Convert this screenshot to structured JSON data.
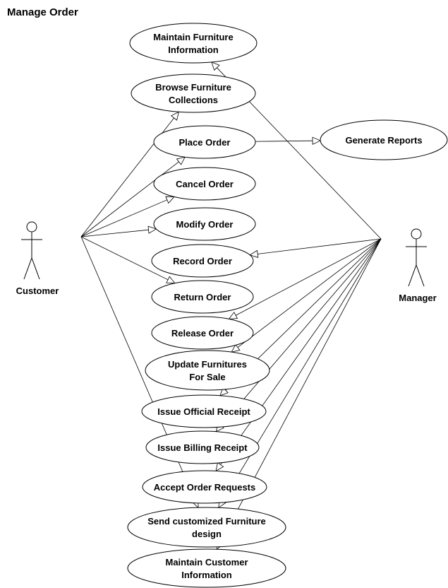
{
  "title": "Manage Order",
  "actors": [
    {
      "id": "customer",
      "name": "Customer"
    },
    {
      "id": "manager",
      "name": "Manager"
    }
  ],
  "use_cases": [
    {
      "id": "maintain-furniture-info",
      "lines": [
        "Maintain Furniture",
        "Information"
      ]
    },
    {
      "id": "browse-collections",
      "lines": [
        "Browse Furniture",
        "Collections"
      ]
    },
    {
      "id": "place-order",
      "lines": [
        "Place Order"
      ]
    },
    {
      "id": "generate-reports",
      "lines": [
        "Generate Reports"
      ]
    },
    {
      "id": "cancel-order",
      "lines": [
        "Cancel Order"
      ]
    },
    {
      "id": "modify-order",
      "lines": [
        "Modify Order"
      ]
    },
    {
      "id": "record-order",
      "lines": [
        "Record Order"
      ]
    },
    {
      "id": "return-order",
      "lines": [
        "Return Order"
      ]
    },
    {
      "id": "release-order",
      "lines": [
        "Release Order"
      ]
    },
    {
      "id": "update-furnitures",
      "lines": [
        "Update Furnitures",
        "For Sale"
      ]
    },
    {
      "id": "issue-official-receipt",
      "lines": [
        "Issue Official Receipt"
      ]
    },
    {
      "id": "issue-billing-receipt",
      "lines": [
        "Issue Billing Receipt"
      ]
    },
    {
      "id": "accept-order-requests",
      "lines": [
        "Accept Order Requests"
      ]
    },
    {
      "id": "send-customized-design",
      "lines": [
        "Send customized Furniture",
        "design"
      ]
    },
    {
      "id": "maintain-customer-info",
      "lines": [
        "Maintain Customer",
        "Information"
      ]
    }
  ],
  "associations": [
    {
      "from": "customer",
      "to": "browse-collections"
    },
    {
      "from": "customer",
      "to": "place-order"
    },
    {
      "from": "customer",
      "to": "cancel-order"
    },
    {
      "from": "customer",
      "to": "modify-order"
    },
    {
      "from": "customer",
      "to": "return-order"
    },
    {
      "from": "customer",
      "to": "send-customized-design"
    },
    {
      "from": "manager",
      "to": "maintain-furniture-info"
    },
    {
      "from": "manager",
      "to": "record-order"
    },
    {
      "from": "manager",
      "to": "release-order"
    },
    {
      "from": "manager",
      "to": "update-furnitures"
    },
    {
      "from": "manager",
      "to": "issue-official-receipt"
    },
    {
      "from": "manager",
      "to": "issue-billing-receipt"
    },
    {
      "from": "manager",
      "to": "accept-order-requests"
    },
    {
      "from": "manager",
      "to": "send-customized-design"
    },
    {
      "from": "manager",
      "to": "maintain-customer-info"
    },
    {
      "from": "place-order",
      "to": "generate-reports"
    }
  ]
}
